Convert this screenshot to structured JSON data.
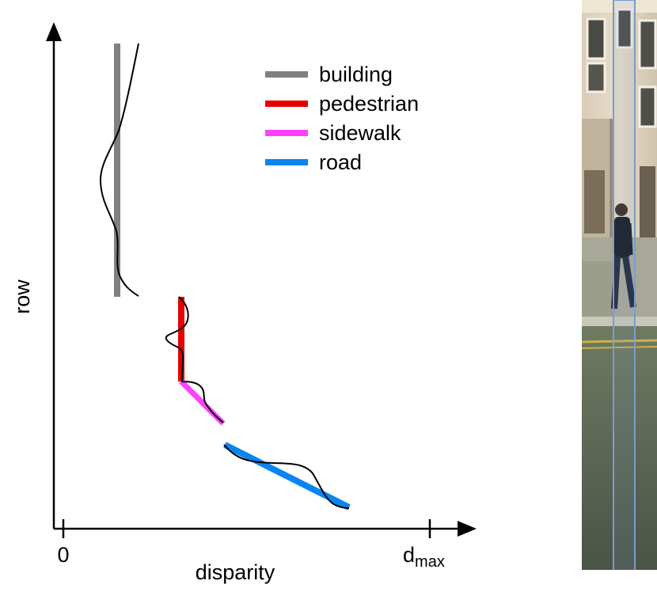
{
  "axes": {
    "y_label": "row",
    "x_label": "disparity",
    "x_tick_zero": "0",
    "x_tick_max_base": "d",
    "x_tick_max_sub": "max"
  },
  "legend": {
    "position": "top-right",
    "entries": [
      {
        "label": "building",
        "color": "#808080"
      },
      {
        "label": "pedestrian",
        "color": "#e60000"
      },
      {
        "label": "sidewalk",
        "color": "#ff40ff"
      },
      {
        "label": "road",
        "color": "#0a84f0"
      }
    ]
  },
  "colors": {
    "axis": "#000000",
    "profile_curve": "#000000",
    "column_box": "#7a9ccf"
  },
  "photo": {
    "content": "street scene with building facade, pedestrian, sidewalk and road; vertical image column highlighted",
    "icon": "street-photo-icon"
  }
}
